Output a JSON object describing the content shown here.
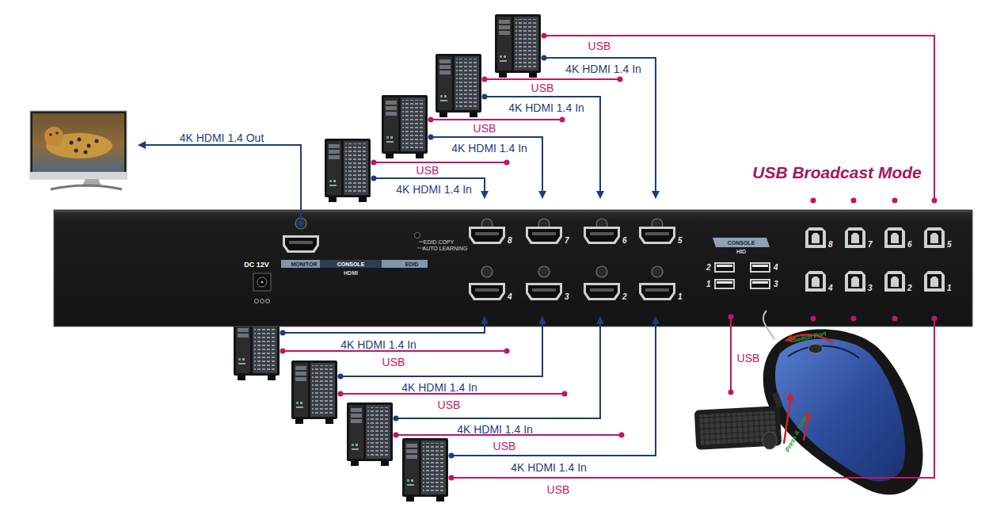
{
  "diagram": {
    "nodes": [
      {
        "text": [
          "DC 12V",
          "MONITOR",
          "CONSOLE",
          "HDMI",
          "EDID",
          "EDID COPY",
          "AUTO LEARNING",
          "CONSOLE",
          "HID"
        ]
      },
      {
        "text": [
          "8"
        ],
        "in": 0
      },
      {
        "text": [
          "7"
        ],
        "in": 0
      },
      {
        "text": [
          "6"
        ],
        "in": 0
      },
      {
        "text": [
          "5"
        ],
        "in": 0
      },
      {
        "text": [
          "4"
        ],
        "in": 0
      },
      {
        "text": [
          "3"
        ],
        "in": 0
      },
      {
        "text": [
          "2"
        ],
        "in": 0
      },
      {
        "text": [
          "1"
        ],
        "in": 0
      },
      {
        "text": [
          "2"
        ],
        "in": 0
      },
      {
        "text": [
          "4"
        ],
        "in": 0
      },
      {
        "text": [
          "1"
        ],
        "in": 0
      },
      {
        "text": [
          "3"
        ],
        "in": 0
      },
      {
        "text": [
          "8"
        ],
        "in": 0
      },
      {
        "text": [
          "7"
        ],
        "in": 0
      },
      {
        "text": [
          "6"
        ],
        "in": 0
      },
      {
        "text": [
          "5"
        ],
        "in": 0
      },
      {
        "text": [
          "4"
        ],
        "in": 0
      },
      {
        "text": [
          "3"
        ],
        "in": 0
      },
      {
        "text": [
          "2"
        ],
        "in": 0
      },
      {
        "text": [
          "1"
        ],
        "in": 0
      }
    ],
    "labels": [
      "USB",
      "4K HDMI 1.4 In",
      "USB",
      "4K HDMI 1.4 In",
      "USB",
      "4K HDMI 1.4 In",
      "4K HDMI 1.4 Out",
      "USB",
      "USB Broadcast Mode",
      "4K HDMI 1.4 In",
      "4K HDMI 1.4 In",
      "USB",
      "USB",
      "4K HDMI 1.4 In",
      "USB",
      "4K HDMI 1.4 In",
      "USB",
      "Switch Port",
      "4K HDMI 1.4 In",
      "Press & Hold",
      "USB"
    ]
  }
}
